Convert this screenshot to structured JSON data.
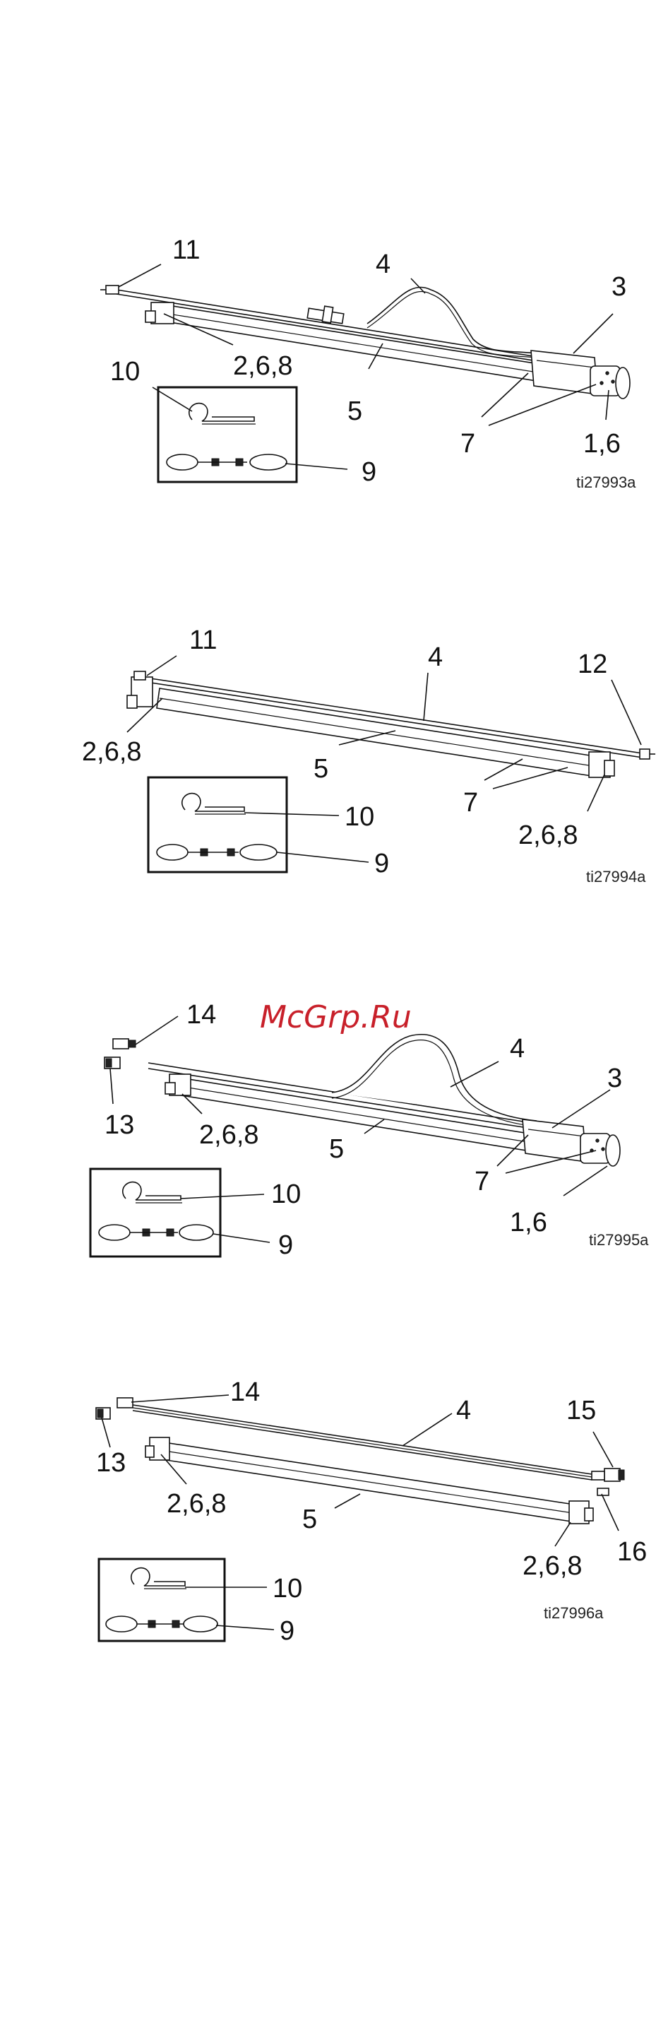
{
  "watermark": "McGrp.Ru",
  "figures": [
    {
      "id": "ti27993a",
      "callouts": [
        "11",
        "4",
        "3",
        "10",
        "2,6,8",
        "5",
        "7",
        "1,6",
        "9"
      ]
    },
    {
      "id": "ti27994a",
      "callouts": [
        "11",
        "4",
        "12",
        "2,6,8",
        "5",
        "7",
        "10",
        "2,6,8",
        "9"
      ]
    },
    {
      "id": "ti27995a",
      "callouts": [
        "14",
        "4",
        "3",
        "13",
        "2,6,8",
        "5",
        "7",
        "10",
        "1,6",
        "9"
      ]
    },
    {
      "id": "ti27996a",
      "callouts": [
        "14",
        "4",
        "15",
        "13",
        "2,6,8",
        "5",
        "16",
        "2,6,8",
        "10",
        "9"
      ]
    }
  ]
}
